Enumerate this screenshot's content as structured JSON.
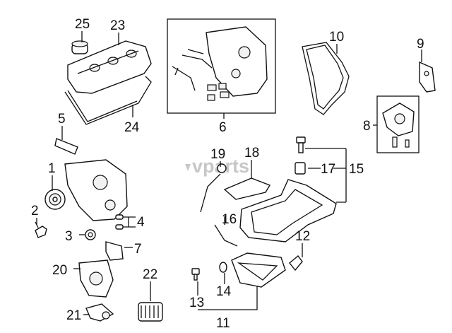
{
  "watermark": "vparts",
  "callouts": [
    "25",
    "23",
    "24",
    "5",
    "1",
    "2",
    "3",
    "4",
    "7",
    "20",
    "21",
    "22",
    "6",
    "10",
    "9",
    "8",
    "19",
    "18",
    "17",
    "15",
    "16",
    "12",
    "13",
    "14",
    "11"
  ],
  "colors": {
    "line": "#111111",
    "background": "#ffffff",
    "watermark": "#9a9a9a"
  }
}
